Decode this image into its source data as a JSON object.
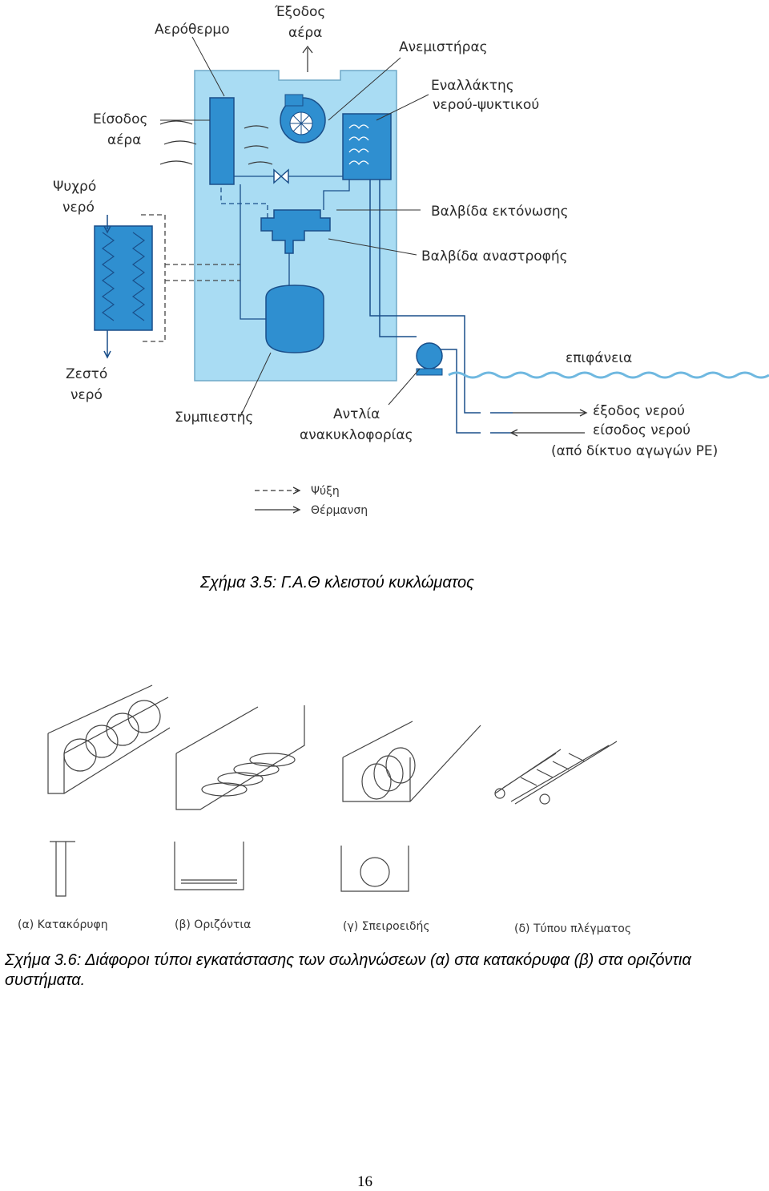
{
  "figure1": {
    "labels": {
      "heater": "Αερόθερμο",
      "air_out_1": "Έξοδος",
      "air_out_2": "αέρα",
      "fan": "Ανεμιστήρας",
      "exchanger_1": "Εναλλάκτης",
      "exchanger_2": "νερού-ψυκτικού",
      "air_in_1": "Είσοδος",
      "air_in_2": "αέρα",
      "cold_water_1": "Ψυχρό",
      "cold_water_2": "νερό",
      "expansion_valve": "Βαλβίδα εκτόνωσης",
      "reversing_valve": "Βαλβίδα αναστροφής",
      "surface": "επιφάνεια",
      "hot_water_1": "Ζεστό",
      "hot_water_2": "νερό",
      "compressor": "Συμπιεστής",
      "pump_1": "Αντλία",
      "pump_2": "ανακυκλοφορίας",
      "water_out": "έξοδος νερού",
      "water_in": "είσοδος νερού",
      "pipe_network": "(από δίκτυο αγωγών PE)",
      "legend_cooling": "Ψύξη",
      "legend_heating": "Θέρμανση"
    },
    "caption": "Σχήμα 3.5: Γ.Α.Θ κλειστού κυκλώματος",
    "colors": {
      "unit_fill": "#a9dcf3",
      "component_fill": "#2f8fd0",
      "line": "#1a4f8a"
    }
  },
  "figure2": {
    "labels": {
      "a": "(α) Κατακόρυφη",
      "b": "(β) Οριζόντια",
      "c": "(γ) Σπειροειδής",
      "d": "(δ) Τύπου πλέγματος"
    },
    "caption": "Σχήμα 3.6: Διάφοροι τύποι εγκατάστασης των σωληνώσεων (α) στα κατακόρυφα (β) στα οριζόντια συστήματα."
  },
  "page_number": "16"
}
